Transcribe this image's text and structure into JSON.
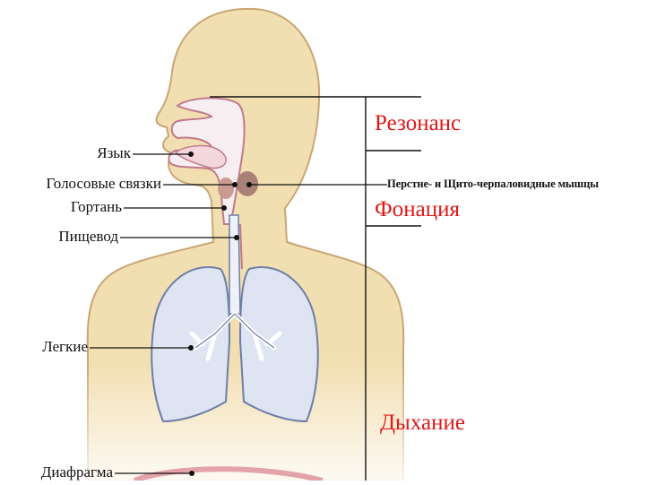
{
  "labels": {
    "tongue": "Язык",
    "vocal_folds": "Голосовые связки",
    "larynx": "Гортань",
    "esophagus": "Пищевод",
    "lungs": "Легкие",
    "diaphragm": "Диафрагма",
    "muscles": "Перстне- и Щито-черпаловидные мышцы"
  },
  "sections": {
    "resonance": "Резонанс",
    "phonation": "Фонация",
    "breathing": "Дыхание"
  },
  "colors": {
    "skin": "#f2dfb1",
    "skin_outline": "#c9a673",
    "lung_fill": "#dfe4f2",
    "lung_outline": "#6d7fa6",
    "airway_fill": "#f7eef2",
    "airway_outline": "#c07a8a",
    "section_text": "#e01818",
    "diaphragm": "#e3a3a9"
  }
}
